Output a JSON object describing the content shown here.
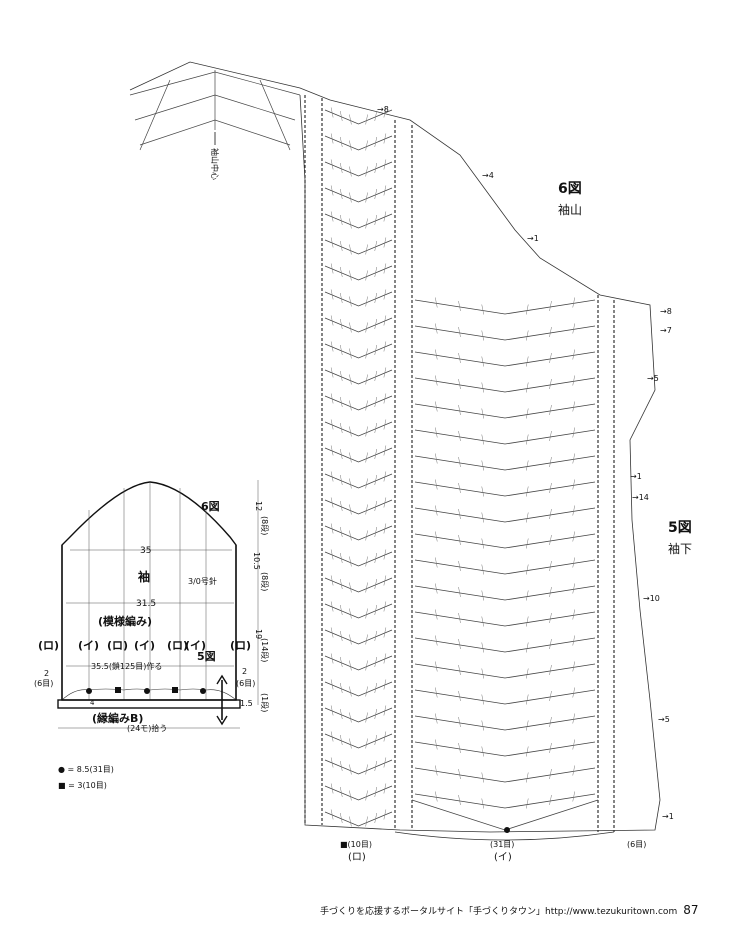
{
  "chart": {
    "fig6_label": "6図",
    "fig6_sub": "袖山",
    "fig5_label": "5図",
    "fig5_sub": "袖下",
    "sleeve_center": "袖山中心",
    "row_markers": [
      "→8",
      "→4",
      "→1",
      "→8",
      "→7",
      "→5",
      "→1",
      "→14",
      "→10",
      "→5",
      "→1"
    ],
    "bottom_ro_count": "■(10目)",
    "bottom_ro": "(ロ)",
    "bottom_i_count": "(31目)",
    "bottom_i": "(イ)",
    "bottom_right_count": "(6目)"
  },
  "schematic": {
    "fig6": "6図",
    "fig5": "5図",
    "w35": "35",
    "w315": "31.5",
    "sleeve": "袖",
    "hook": "3/0号針",
    "pattern": "(模様編み)",
    "w355": "35.5(鎖125目)作る",
    "border": "(縁編みB)",
    "pickup": "(24モ)拾う",
    "row_labels": [
      "(ロ)",
      "(イ)",
      "(ロ)",
      "(イ)",
      "(ロ)",
      "(イ)",
      "(ロ)"
    ],
    "right_dims": {
      "d1": "12",
      "d1b": "(8段)",
      "d2": "10.5",
      "d2b": "(8段)",
      "d3": "19",
      "d3b": "(14段)",
      "d4": "2",
      "d4b": "(6目)",
      "d5": "1.5",
      "d5b": "(1段)"
    },
    "left_dims": {
      "l1": "2",
      "l1b": "(6目)",
      "l2": "4"
    },
    "legend_circle": "● = 8.5(31目)",
    "legend_square": "■ = 3(10目)"
  },
  "footer": {
    "text": "手づくりを応援するポータルサイト「手づくりタウン」http://www.tezukuritown.com",
    "page": "87"
  }
}
